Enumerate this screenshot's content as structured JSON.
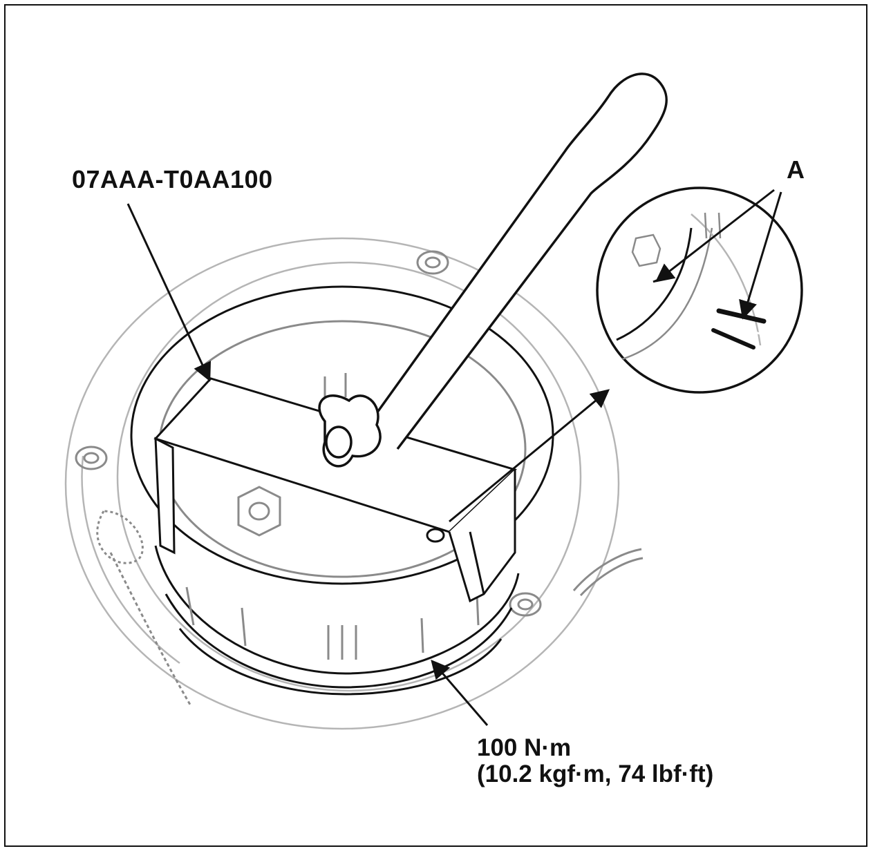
{
  "labels": {
    "tool_number": "07AAA-T0AA100",
    "detail_marker": "A",
    "torque_primary": "100 N·m",
    "torque_secondary": "(10.2 kgf·m, 74 lbf·ft)"
  },
  "colors": {
    "outline": "#111111",
    "faint_line": "#b5b5b5",
    "mid_line": "#8a8a8a",
    "background": "#ffffff"
  }
}
